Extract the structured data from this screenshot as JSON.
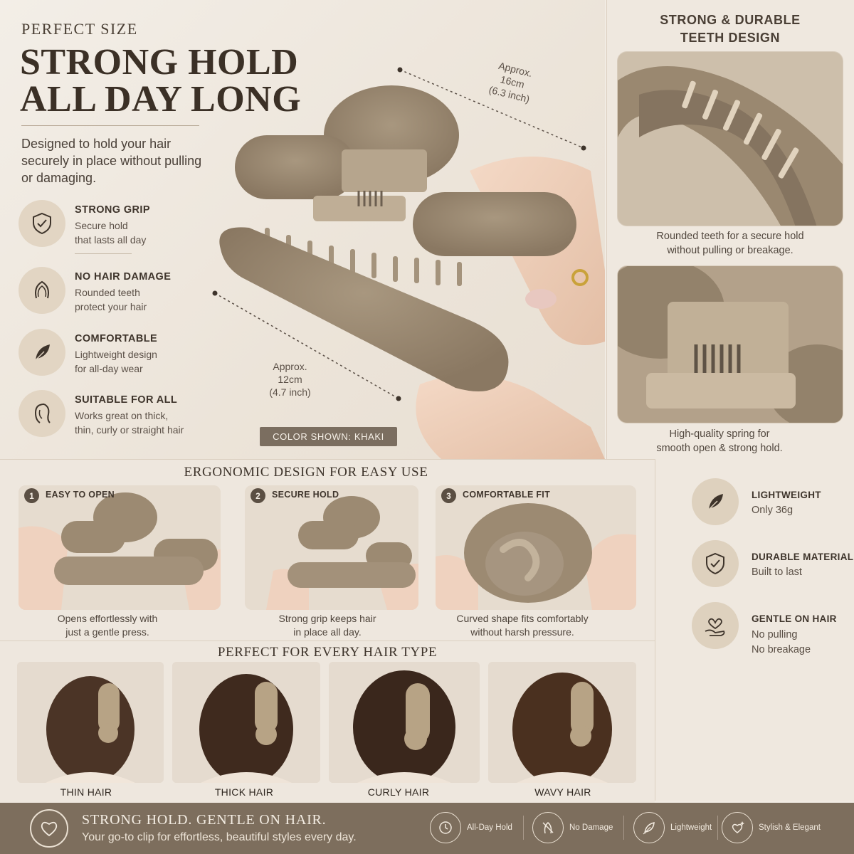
{
  "hero": {
    "kicker": "PERFECT SIZE",
    "headline_line1": "STRONG HOLD",
    "headline_line2": "ALL DAY LONG",
    "subtitle": "Designed to hold your hair securely in place without pulling or damaging.",
    "color_badge": "COLOR SHOWN: KHAKI",
    "dimension_long": {
      "approx": "Approx.",
      "cm": "16cm",
      "inch": "(6.3 inch)"
    },
    "dimension_short": {
      "approx": "Approx.",
      "cm": "12cm",
      "inch": "(4.7 inch)"
    }
  },
  "features": [
    {
      "title": "STRONG GRIP",
      "line1": "Secure hold",
      "line2": "that lasts all day",
      "icon": "shield-check-icon"
    },
    {
      "title": "NO HAIR DAMAGE",
      "line1": "Rounded teeth",
      "line2": "protect your hair",
      "icon": "hair-head-icon"
    },
    {
      "title": "COMFORTABLE",
      "line1": "Lightweight design",
      "line2": "for all-day wear",
      "icon": "feather-icon"
    },
    {
      "title": "SUITABLE FOR ALL",
      "line1": "Works great on thick,",
      "line2": "thin, curly or straight hair",
      "icon": "hair-profile-icon"
    }
  ],
  "right_top": {
    "title_line1": "STRONG & DURABLE",
    "title_line2": "TEETH DESIGN",
    "caption1_line1": "Rounded teeth for a secure hold",
    "caption1_line2": "without pulling or breakage.",
    "caption2_line1": "High-quality spring for",
    "caption2_line2": "smooth open & strong hold."
  },
  "ergonomic": {
    "title": "ERGONOMIC DESIGN FOR EASY USE",
    "steps": [
      {
        "num": "1",
        "label": "EASY TO OPEN",
        "cap1": "Opens effortlessly with",
        "cap2": "just a gentle press."
      },
      {
        "num": "2",
        "label": "SECURE HOLD",
        "cap1": "Strong grip keeps hair",
        "cap2": "in place all day."
      },
      {
        "num": "3",
        "label": "COMFORTABLE FIT",
        "cap1": "Curved shape fits comfortably",
        "cap2": "without harsh pressure."
      }
    ]
  },
  "specs": [
    {
      "title": "LIGHTWEIGHT",
      "line1": "Only 36g",
      "line2": "",
      "icon": "feather-icon"
    },
    {
      "title": "DURABLE MATERIAL",
      "line1": "Built to last",
      "line2": "",
      "icon": "shield-check-icon"
    },
    {
      "title": "GENTLE ON HAIR",
      "line1": "No pulling",
      "line2": "No breakage",
      "icon": "heart-hand-icon"
    }
  ],
  "hair_types": {
    "title": "PERFECT FOR EVERY HAIR TYPE",
    "items": [
      "THIN HAIR",
      "THICK HAIR",
      "CURLY HAIR",
      "WAVY HAIR"
    ]
  },
  "footer": {
    "headline": "STRONG HOLD. GENTLE ON HAIR.",
    "sub": "Your go-to clip for effortless, beautiful styles every day.",
    "badges": [
      {
        "label": "All-Day Hold",
        "icon": "clock-arrow-icon"
      },
      {
        "label": "No Damage",
        "icon": "no-damage-icon"
      },
      {
        "label": "Lightweight",
        "icon": "feather-icon"
      },
      {
        "label": "Stylish & Elegant",
        "icon": "sparkle-heart-icon"
      }
    ]
  },
  "colors": {
    "accent": "#7d6e5d",
    "background": "#f1ebe3",
    "clip": "#9c8a72",
    "text": "#3b3026"
  }
}
